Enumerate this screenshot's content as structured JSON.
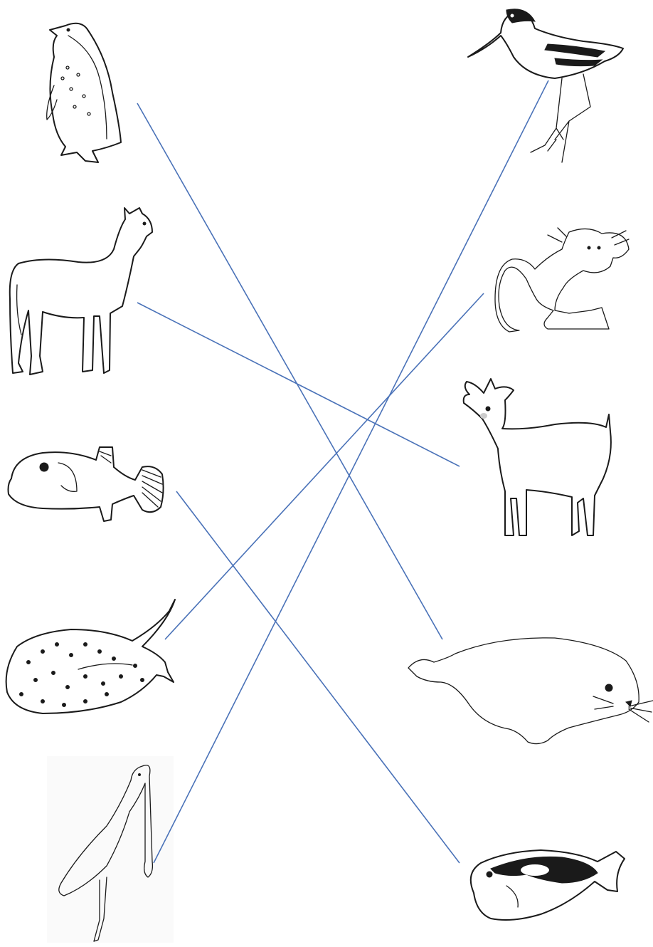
{
  "worksheet": {
    "left_animals": [
      {
        "id": "penguin",
        "icon": "penguin-icon"
      },
      {
        "id": "alpaca",
        "icon": "alpaca-icon"
      },
      {
        "id": "pufferfish",
        "icon": "pufferfish-icon"
      },
      {
        "id": "stingray",
        "icon": "stingray-icon"
      },
      {
        "id": "spoonbill",
        "icon": "spoonbill-icon"
      }
    ],
    "right_animals": [
      {
        "id": "avocet",
        "icon": "avocet-icon"
      },
      {
        "id": "marmoset",
        "icon": "marmoset-icon"
      },
      {
        "id": "goat",
        "icon": "goat-icon"
      },
      {
        "id": "seal",
        "icon": "seal-icon"
      },
      {
        "id": "tang-fish",
        "icon": "tang-fish-icon"
      }
    ],
    "matches": [
      {
        "from": "penguin",
        "to": "seal"
      },
      {
        "from": "alpaca",
        "to": "goat"
      },
      {
        "from": "pufferfish",
        "to": "tang-fish"
      },
      {
        "from": "stingray",
        "to": "marmoset"
      },
      {
        "from": "spoonbill",
        "to": "avocet"
      }
    ],
    "line_color": "#4a72b8"
  }
}
